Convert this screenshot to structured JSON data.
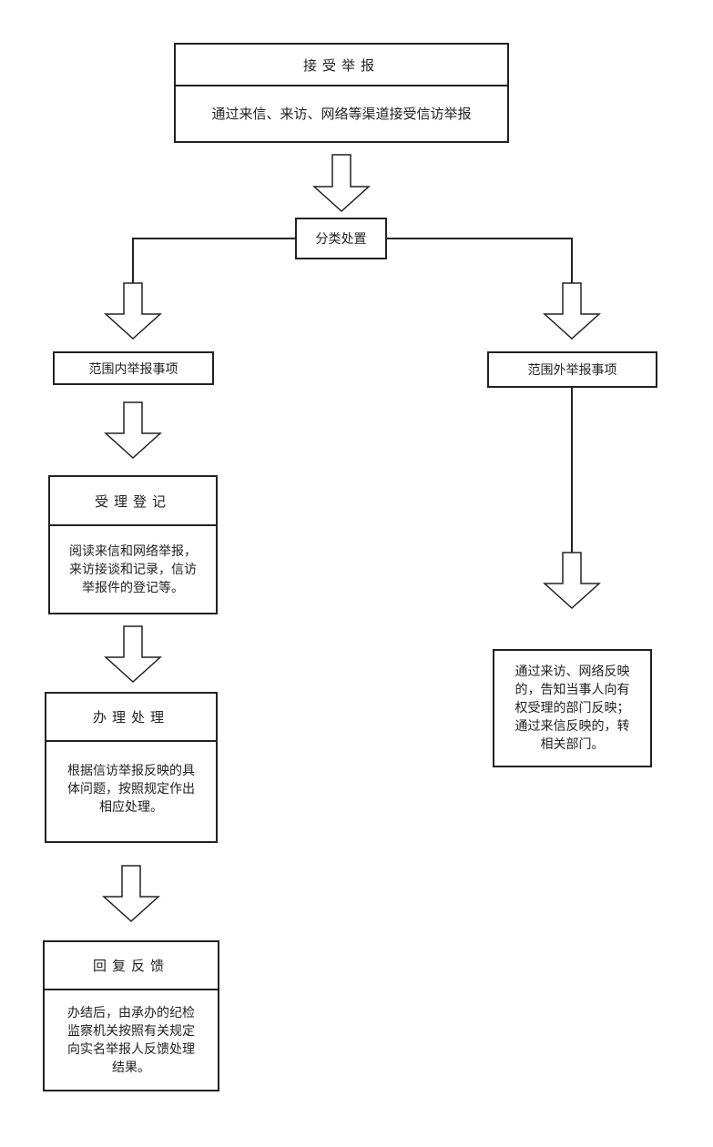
{
  "receive": {
    "title": "接受举报",
    "body": "通过来信、来访、网络等渠道接受信访举报"
  },
  "classify": {
    "label": "分类处置"
  },
  "in_scope": {
    "label": "范围内举报事项"
  },
  "out_scope": {
    "label": "范围外举报事项"
  },
  "register": {
    "title": "受理登记",
    "body": "阅读来信和网络举报，\n来访接谈和记录，信访\n举报件的登记等。"
  },
  "handle": {
    "title": "办理处理",
    "body": "根据信访举报反映的具\n体问题，按照规定作出\n相应处理。"
  },
  "reply": {
    "title": "回复反馈",
    "body": "办结后，由承办的纪检\n监察机关按照有关规定\n向实名举报人反馈处理\n结果。"
  },
  "out_note": {
    "body": "通过来访、网络反映\n的，告知当事人向有\n权受理的部门反映；\n通过来信反映的，转\n相关部门。"
  }
}
